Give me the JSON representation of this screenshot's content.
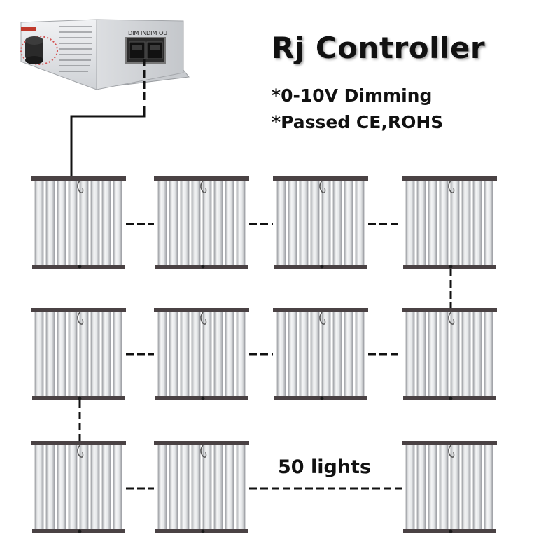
{
  "title": "Rj Controller",
  "features": [
    "*0-10V Dimming",
    "*Passed CE,ROHS"
  ],
  "controller": {
    "ports": [
      "DIM IN",
      "DIM OUT"
    ]
  },
  "lights_label": "50 lights",
  "colors": {
    "frame": "#4a4244",
    "bar": "#e4e6e8",
    "bar_edge": "#9a9ca0",
    "controller_body": "#dfe1e4",
    "knob": "#1f1f1f",
    "cable": "#111111"
  },
  "icons": [
    "controller-box-icon",
    "dimmer-knob-icon",
    "rj45-port-icon",
    "led-grow-light-icon"
  ]
}
